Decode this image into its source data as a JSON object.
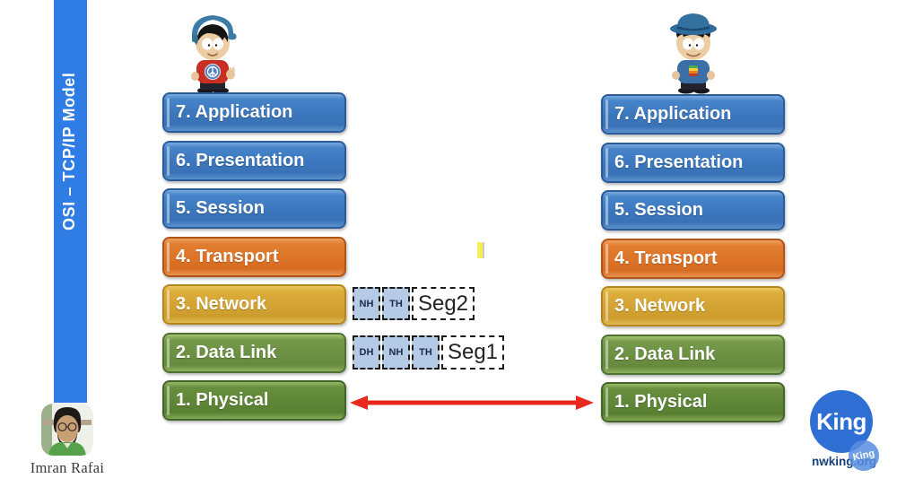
{
  "banner": {
    "title": "OSI – TCP/IP Model"
  },
  "osi_layers": [
    {
      "num": 7,
      "label": "7. Application",
      "color": "#3b76bd"
    },
    {
      "num": 6,
      "label": "6. Presentation",
      "color": "#3b76bd"
    },
    {
      "num": 5,
      "label": "5. Session",
      "color": "#3b76bd"
    },
    {
      "num": 4,
      "label": "4. Transport",
      "color": "#dd7327"
    },
    {
      "num": 3,
      "label": "3. Network",
      "color": "#d2a233"
    },
    {
      "num": 2,
      "label": "2. Data Link",
      "color": "#6b9042"
    },
    {
      "num": 1,
      "label": "1. Physical",
      "color": "#5e8637"
    }
  ],
  "encapsulation": {
    "network_pdu": {
      "headers": [
        "NH",
        "TH"
      ],
      "payload": "Seg2"
    },
    "datalink_pdu": {
      "headers": [
        "DH",
        "NH",
        "TH"
      ],
      "payload": "Seg1"
    }
  },
  "characters": {
    "left": "sender-kid-peace-hoodie",
    "right": "receiver-kid-fedora"
  },
  "presenter": {
    "name": "Imran Rafai"
  },
  "logo": {
    "primary": "King",
    "secondary": "King",
    "site": "nwking.org"
  },
  "colors": {
    "banner_blue": "#2e7ce4",
    "layer_blue": "#3b76bd",
    "layer_orange": "#dd7327",
    "layer_gold": "#d2a233",
    "layer_green": "#6b9042",
    "layer_green_dark": "#5e8637",
    "pdu_cell_fill": "#b5cbe5",
    "arrow_red": "#e8281f",
    "logo_blue": "#2f6fd4"
  }
}
